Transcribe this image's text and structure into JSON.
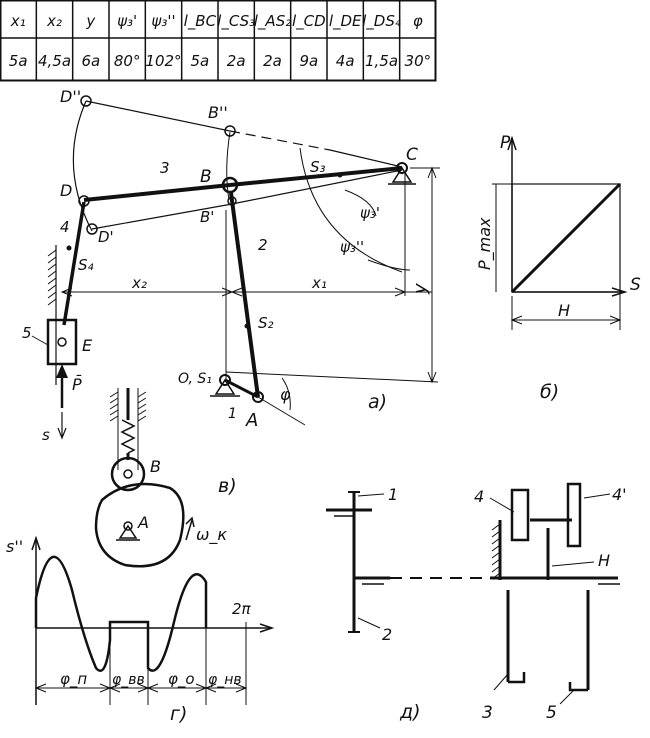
{
  "table": {
    "headers": [
      "x₁",
      "x₂",
      "y",
      "ψ₃'",
      "ψ₃''",
      "l_BC",
      "l_CS₃",
      "l_AS₂",
      "l_CD",
      "l_DE",
      "l_DS₄",
      "φ"
    ],
    "values": [
      "5a",
      "4,5a",
      "6a",
      "80°",
      "102°",
      "5a",
      "2a",
      "2a",
      "9a",
      "4a",
      "1,5a",
      "30°"
    ]
  },
  "mechanism": {
    "points": {
      "D2": "D''",
      "B2": "B''",
      "C": "C",
      "S3": "S₃",
      "B": "B",
      "D": "D",
      "D1": "D'",
      "B1": "B'",
      "link3": "3",
      "link4": "4",
      "link2": "2",
      "S4": "S₄",
      "psi1": "ψ₃'",
      "psi2": "ψ₃''",
      "x2": "x₂",
      "x1": "x₁",
      "y": "y",
      "S2": "S₂",
      "link5": "5",
      "E": "E",
      "P": "P̄",
      "O": "O, S₁",
      "link1": "1",
      "A": "A",
      "phi": "φ",
      "s": "s",
      "caption": "а)"
    }
  },
  "force_graph": {
    "p_axis": "P",
    "pmax": "P_max",
    "s_axis": "S",
    "h": "H",
    "caption": "б)"
  },
  "cam": {
    "follower": "B",
    "cam": "A",
    "omega": "ω_к",
    "caption": "в)"
  },
  "accel": {
    "axis": "s''",
    "period": "2π",
    "phases": [
      "φ_п",
      "φ_вв",
      "φ_о",
      "φ_нв"
    ],
    "caption": "г)"
  },
  "gears": {
    "labels": [
      "1",
      "2",
      "3",
      "4",
      "4'",
      "5",
      "H"
    ],
    "caption": "д)"
  }
}
